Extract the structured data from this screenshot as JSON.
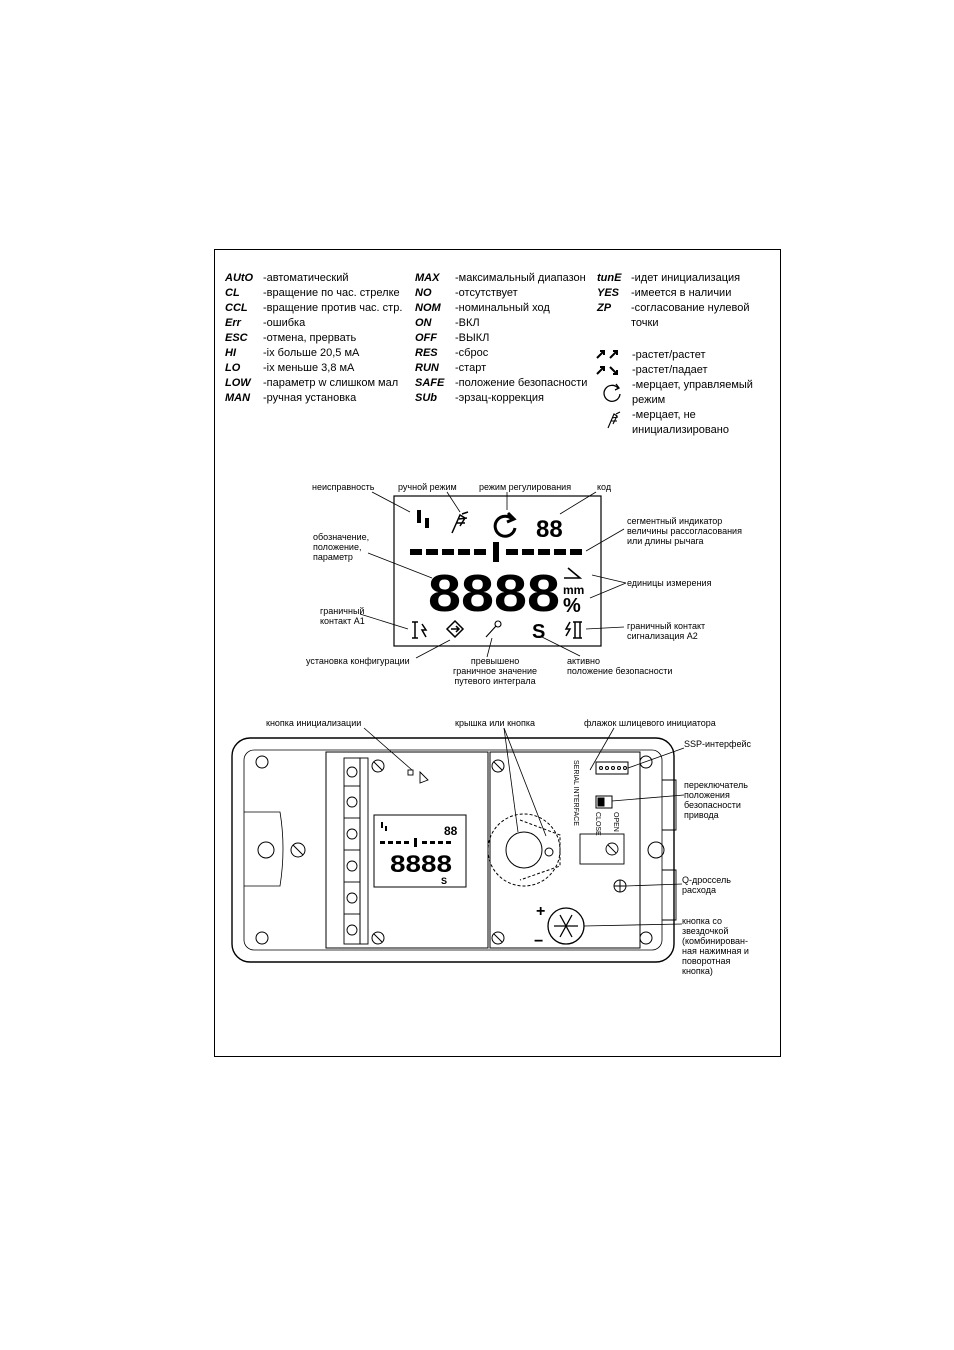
{
  "legend": {
    "col1": [
      {
        "code": "AUtO",
        "desc": "-автоматический"
      },
      {
        "code": "CL",
        "desc": "-вращение по час. стрелке"
      },
      {
        "code": "CCL",
        "desc": "-вращение против час. стр."
      },
      {
        "code": "Err",
        "desc": "-ошибка"
      },
      {
        "code": "ESC",
        "desc": "-отмена, прервать"
      },
      {
        "code": "HI",
        "desc": "-ix больше 20,5 мА"
      },
      {
        "code": "LO",
        "desc": "-ix меньше 3,8 мА"
      },
      {
        "code": "LOW",
        "desc": "-параметр w слишком мал"
      },
      {
        "code": "MAN",
        "desc": "-ручная установка"
      }
    ],
    "col2": [
      {
        "code": "MAX",
        "desc": "-максимальный диапазон"
      },
      {
        "code": "NO",
        "desc": "-отсутствует"
      },
      {
        "code": "NOM",
        "desc": "-номинальный ход"
      },
      {
        "code": "ON",
        "desc": "-ВКЛ"
      },
      {
        "code": "OFF",
        "desc": "-ВЫКЛ"
      },
      {
        "code": "RES",
        "desc": "-сброс"
      },
      {
        "code": "RUN",
        "desc": "-старт"
      },
      {
        "code": "SAFE",
        "desc": "-положение безопасности"
      },
      {
        "code": "SUb",
        "desc": "-эрзац-коррекция"
      }
    ],
    "col3": [
      {
        "code": "tunE",
        "desc": "-идет инициализация"
      },
      {
        "code": "YES",
        "desc": "-имеется в наличии"
      },
      {
        "code": "ZP",
        "desc": "-согласование нулевой"
      },
      {
        "code": "",
        "desc": "точки"
      }
    ],
    "symbols": [
      {
        "icon": "rise-rise-arrows",
        "desc": "-растет/растет"
      },
      {
        "icon": "rise-fall-arrows",
        "desc": "-растет/падает"
      },
      {
        "icon": "blink-circle",
        "desc": "-мерцает, управляемый"
      },
      {
        "icon": "",
        "desc": "режим"
      },
      {
        "icon": "blink-hand",
        "desc": "-мерцает, не"
      },
      {
        "icon": "",
        "desc": "инициализировано"
      }
    ]
  },
  "lcd": {
    "labels": {
      "fault": "неисправность",
      "manual": "ручной режим",
      "control": "режим регулирования",
      "code": "код",
      "segment1": "сегментный индикатор",
      "segment2": "величины рассогласования",
      "segment3": "или длины рычага",
      "designation1": "обозначение,",
      "designation2": "положение,",
      "designation3": "параметр",
      "units": "единицы измерения",
      "a1_1": "граничный",
      "a1_2": "контакт A1",
      "a2_1": "граничный контакт",
      "a2_2": "сигнализация A2",
      "config": "установка конфигурации",
      "integral1": "превышено",
      "integral2": "граничное значение",
      "integral3": "путевого интеграла",
      "safe1": "активно",
      "safe2": "положение безопасности"
    },
    "digits": "8888",
    "code_digits": "88",
    "unit_mm": "mm",
    "unit_pct": "%",
    "safe_letter": "S"
  },
  "device": {
    "labels": {
      "init_button": "кнопка инициализации",
      "cover": "крышка или кнопка",
      "flag": "флажок шлицевого инициатора",
      "ssp": "SSP-интерфейс",
      "switch1": "переключатель",
      "switch2": "положения",
      "switch3": "безопасности",
      "switch4": "привода",
      "q1": "Q-дроссель",
      "q2": "расхода",
      "star1": "кнопка со",
      "star2": "звездочкой",
      "star3": "(комбинирован-",
      "star4": "ная нажимная и",
      "star5": "поворотная",
      "star6": "кнопка)"
    },
    "switch_open": "OPEN",
    "switch_close": "CLOSE",
    "serial": "SERIAL INTERFACE",
    "plus": "+",
    "minus": "−"
  }
}
